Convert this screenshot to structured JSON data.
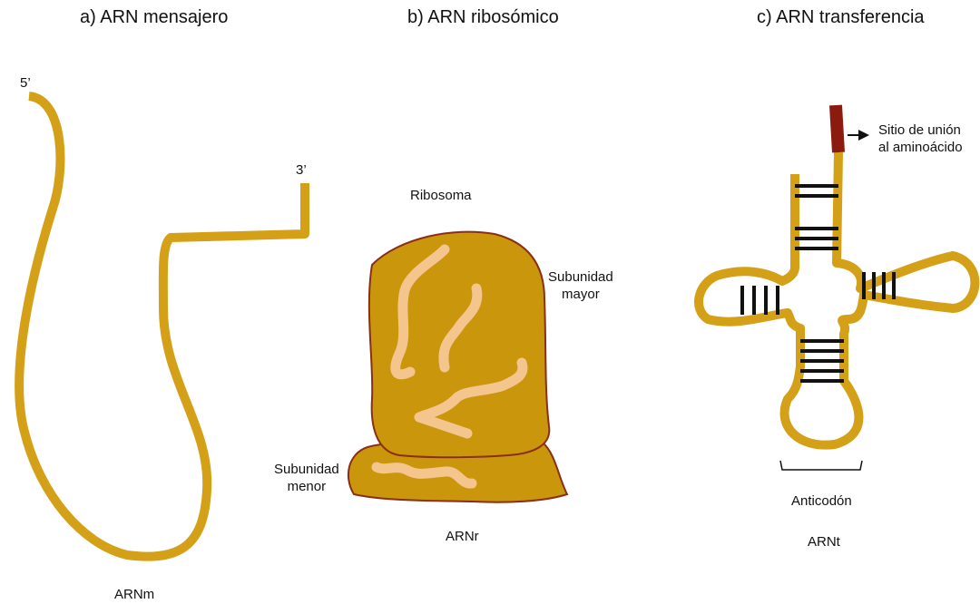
{
  "colors": {
    "rna_strand": "#D4A017",
    "ribosome_fill": "#C9960C",
    "ribosome_outline": "#8B2E16",
    "rrna_strand": "#F5C58E",
    "amino_site": "#8B1A0F",
    "base_pairs": "#111111",
    "text": "#111111",
    "background": "#ffffff"
  },
  "panels": {
    "mrna": {
      "title": "a)  ARN mensajero",
      "five_prime": "5’",
      "three_prime": "3’",
      "caption": "ARNm"
    },
    "rrna": {
      "title": "b)  ARN ribosómico",
      "ribosome_label": "Ribosoma",
      "large_subunit": [
        "Subunidad",
        "mayor"
      ],
      "small_subunit": [
        "Subunidad",
        "menor"
      ],
      "caption": "ARNr"
    },
    "trna": {
      "title": "c)  ARN transferencia",
      "binding_site": [
        "Sitio de unión",
        "al aminoácido"
      ],
      "anticodon": "Anticodón",
      "caption": "ARNt"
    }
  }
}
